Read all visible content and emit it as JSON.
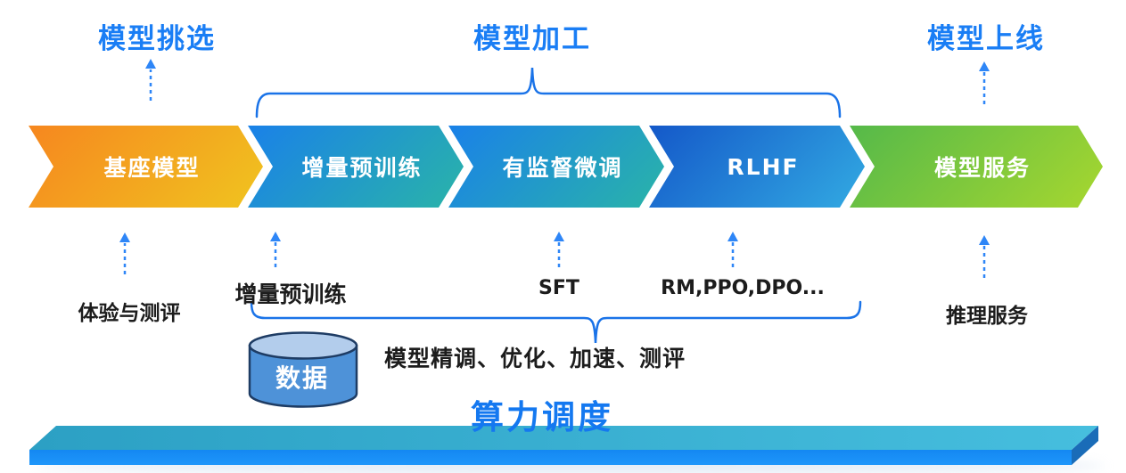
{
  "diagram": {
    "phases": [
      {
        "label": "模型挑选"
      },
      {
        "label": "模型加工"
      },
      {
        "label": "模型上线"
      }
    ],
    "stages": [
      {
        "label": "基座模型",
        "annotation": "体验与测评",
        "color_from": "#f6871f",
        "color_to": "#f0c41f"
      },
      {
        "label": "增量预训练",
        "annotation": "增量预训练",
        "color_from": "#1a81e8",
        "color_to": "#2ab4a8"
      },
      {
        "label": "有监督微调",
        "annotation": "SFT",
        "color_from": "#1a81e8",
        "color_to": "#2ab4a8"
      },
      {
        "label": "RLHF",
        "annotation": "RM,PPO,DPO...",
        "color_from": "#1458c9",
        "color_to": "#32aae2"
      },
      {
        "label": "模型服务",
        "annotation": "推理服务",
        "color_from": "#55b94a",
        "color_to": "#a7d72f"
      }
    ],
    "data_store": {
      "label": "数据",
      "body_color": "#4e92d8",
      "top_color": "#b3cdec",
      "outline_color": "#1e3c64"
    },
    "process_note": "模型精调、优化、加速、测评",
    "platform": {
      "label": "算力调度",
      "label_color": "#1478f0",
      "top_color_from": "#2ca0c4",
      "top_color_to": "#46bede",
      "front_color_from": "#1488f2",
      "front_color_to": "#1e96fa",
      "side_color": "#1a6cb8"
    },
    "accent": {
      "title_color": "#1a7ef5",
      "arrow_color": "#2e86f7",
      "brace_color": "#1a73e8",
      "text_color": "#1c1c1c"
    }
  }
}
